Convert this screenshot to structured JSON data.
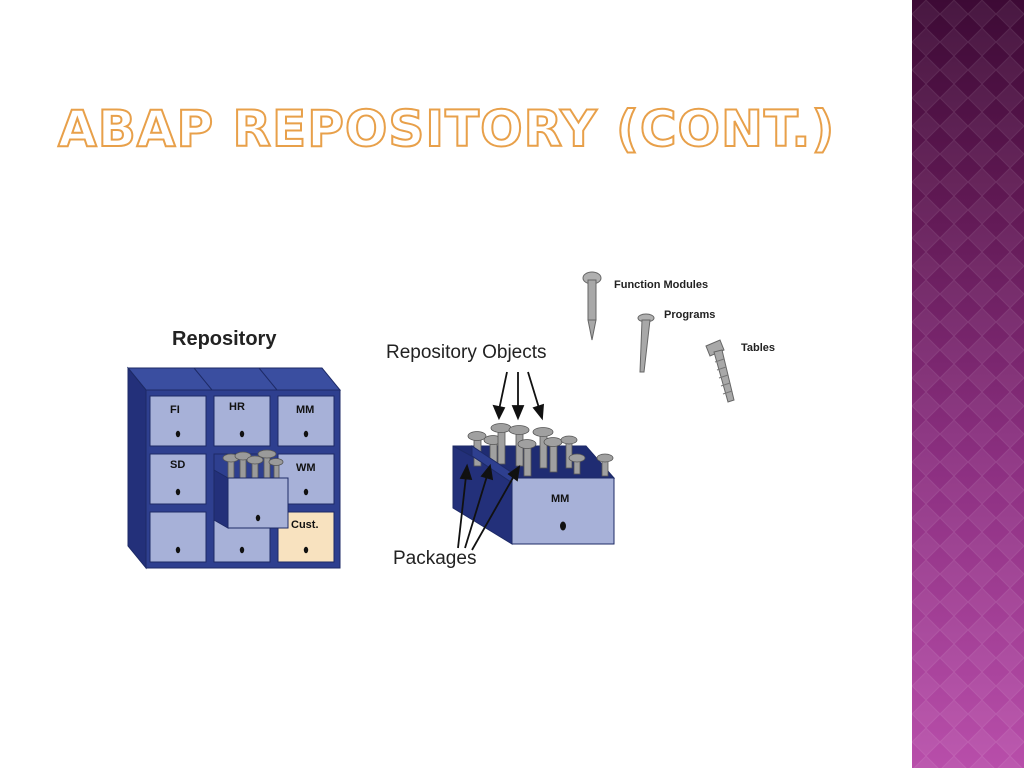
{
  "slide": {
    "title": "ABAP Repository (cont.)"
  },
  "diagram": {
    "repository_label": "Repository",
    "drawers": {
      "fi": "FI",
      "hr": "HR",
      "mm": "MM",
      "sd": "SD",
      "wm": "WM",
      "cust": "Cust."
    },
    "repository_objects_label": "Repository Objects",
    "package_drawer_label": "MM",
    "packages_label": "Packages",
    "object_types": {
      "function_modules": "Function Modules",
      "programs": "Programs",
      "tables": "Tables"
    }
  },
  "colors": {
    "title_outline": "#e8a04a",
    "cabinet_blue": "#2e3f8f",
    "drawer_face": "#a7b1d8",
    "cust_drawer": "#f8e2bf",
    "side_band_top": "#3d0a35",
    "side_band_bottom": "#b84eaa"
  }
}
